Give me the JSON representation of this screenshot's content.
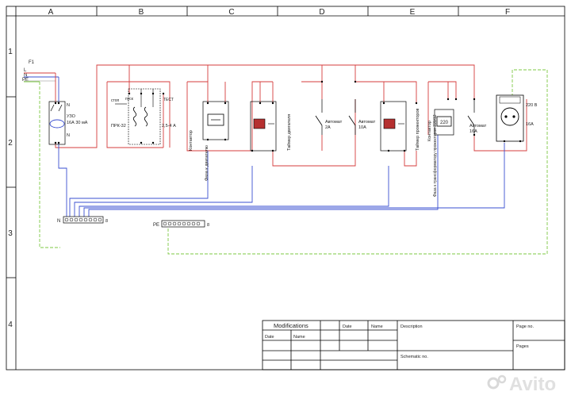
{
  "frame": {
    "columns": [
      "A",
      "B",
      "C",
      "D",
      "E",
      "F"
    ],
    "rows": [
      "1",
      "2",
      "3",
      "4"
    ]
  },
  "lines": {
    "f1": "F1",
    "l": "L",
    "n": "N",
    "pe": "PE"
  },
  "components": {
    "rcd": {
      "name": "УЗО",
      "rating": "16А 30 мА",
      "n_top": "N",
      "n_bottom": "N"
    },
    "motor_starter": {
      "name": "ПРК-32",
      "stop": "стоп",
      "start": "пуск",
      "test": "ТЕСТ",
      "range": "2,5-4 А"
    },
    "contactor_motor": {
      "name": "Контактор",
      "phase_label": "Фаза к двигателю"
    },
    "timer_motor": {
      "name": "Таймер двигателя"
    },
    "breaker_2a": {
      "name": "Автомат",
      "rating": "2А"
    },
    "breaker_10a": {
      "name": "Автомат",
      "rating": "10А"
    },
    "timer_lamps": {
      "name": "Таймер прожекторов"
    },
    "contactor_lamps": {
      "name": "Контактор",
      "phase_label": "Фаза к трансформатору прожекторов 220/12"
    },
    "transformer": {
      "value": "220"
    },
    "breaker_16a": {
      "name": "Автомат",
      "rating": "16А"
    },
    "socket": {
      "voltage": "220 В",
      "rating": "16А"
    }
  },
  "buses": {
    "n_bus": {
      "label": "N",
      "count": "8"
    },
    "pe_bus": {
      "label": "PE",
      "count": "8"
    }
  },
  "title_block": {
    "modifications": "Modifications",
    "date": "Date",
    "name": "Name",
    "description": "Description",
    "page_no": "Page no.",
    "pages": "Pages",
    "schematic_no": "Schematic no."
  },
  "watermark": "Avito",
  "colors": {
    "phase": "#d43c3c",
    "neutral": "#3a4fd0",
    "earth": "#7ec843",
    "frame": "#000000"
  }
}
